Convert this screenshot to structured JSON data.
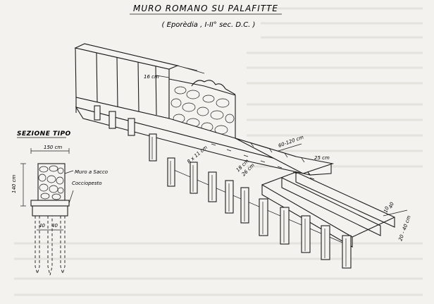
{
  "title": "MURO ROMANO SU PALAFITTE",
  "subtitle": "( Eporèdia , I-II° sec. D.C. )",
  "section": {
    "label": "SEZIONE TIPO",
    "width_dim": "150 cm",
    "height_dim": "140 cm",
    "wall_label": "Muro a Sacco",
    "base_label": "Cocciopesto",
    "spacing_left": "40",
    "spacing_right": "40"
  },
  "dims": {
    "top_thickness": "16 cm",
    "beam_size": "8 x 11 cm",
    "plank_thickness": "18 cm",
    "plank_width": "26 cm",
    "plank_span": "60-120 cm",
    "plank_depth": "25 cm",
    "pile_a": "10",
    "pile_b": "40",
    "pile_spacing": "20 - 40 cm"
  }
}
